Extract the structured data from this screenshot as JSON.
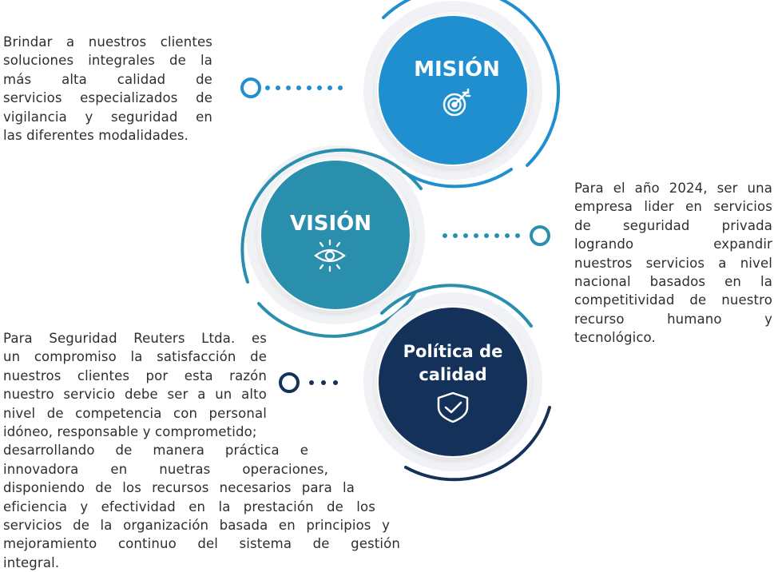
{
  "colors": {
    "mision": "#1f8fcf",
    "vision": "#2a8fad",
    "calidad": "#143259",
    "ring_outer": "#eaeef2",
    "text": "#2e2e2e"
  },
  "mision": {
    "title": "MISIÓN",
    "icon": "target-icon",
    "text_lines": [
      "Brindar a nuestros clientes",
      "soluciones integrales de la",
      "más alta calidad de",
      "servicios especializados de",
      "vigilancia y seguridad en",
      "las diferentes modalidades."
    ]
  },
  "vision": {
    "title": "VISIÓN",
    "icon": "eye-icon",
    "text_lines": [
      "Para el año 2024, ser una",
      "empresa lider en servicios",
      "de seguridad privada",
      "logrando expandir",
      "nuestros servicios a nivel",
      "nacional basados en la",
      "competitividad de nuestro",
      "recurso humano y",
      "tecnológico."
    ]
  },
  "calidad": {
    "title_line1": "Política de",
    "title_line2": "calidad",
    "icon": "shield-check-icon",
    "text_lines": [
      "Para Seguridad Reuters Ltda. es",
      "un compromiso la satisfacción de",
      "nuestros clientes por esta razón",
      "nuestro servicio debe ser a un alto",
      "nivel de competencia con personal",
      "idóneo, responsable y comprometido;",
      "desarrollando de manera práctica e",
      "innovadora en nuetras operaciones,",
      "disponiendo de los recursos necesarios para la",
      "eficiencia y efectividad en la prestación de los",
      "servicios de la organización basada en principios y",
      "mejoramiento continuo del sistema de gestión",
      "integral."
    ]
  }
}
